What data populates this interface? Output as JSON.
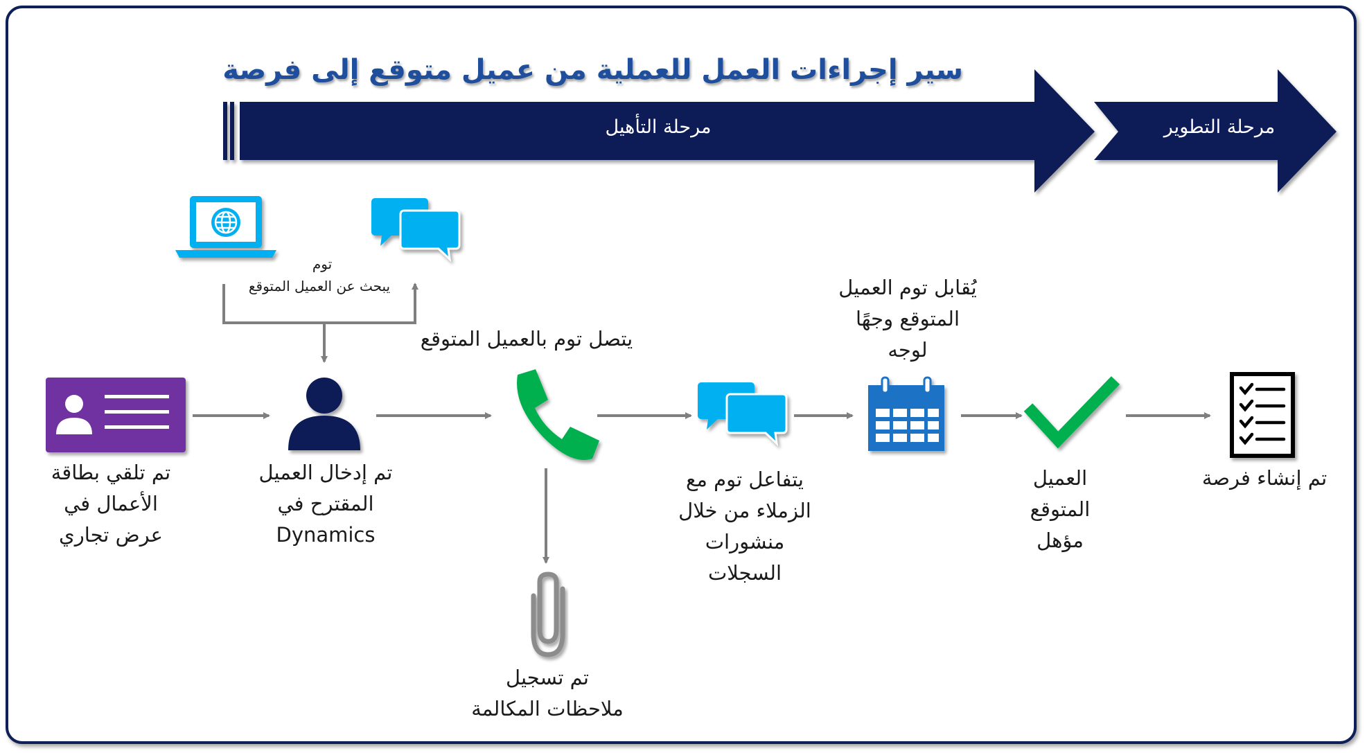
{
  "title": "سير إجراءات العمل للعملية من عميل متوقع إلى فرصة",
  "stages": {
    "qualify": "مرحلة التأهيل",
    "develop": "مرحلة التطوير"
  },
  "steps": {
    "business_card": "تم تلقي بطاقة\nالأعمال في\nعرض تجاري",
    "lead_entered": "تم إدخال العميل\nالمقترح في",
    "lead_entered_product": "Dynamics",
    "research_name": "توم",
    "research_text": "يبحث عن العميل المتوقع",
    "call": "يتصل توم بالعميل المتوقع",
    "call_notes": "تم تسجيل\nملاحظات المكالمة",
    "colleagues": "يتفاعل توم مع\nالزملاء من خلال\nمنشورات\nالسجلات",
    "meeting": "يُقابل توم العميل\nالمتوقع وجهًا\nلوجه",
    "qualified": "العميل\nالمتوقع\nمؤهل",
    "opportunity": "تم إنشاء فرصة"
  },
  "colors": {
    "navy": "#0f1f57",
    "purple": "#7030a0",
    "sky": "#00b0f0",
    "azure": "#1e73c6",
    "green": "#00b050",
    "arrow_gray": "#7f7f7f",
    "title_blue": "#1f4e9c"
  },
  "icons": [
    "contact-card-icon",
    "person-icon",
    "laptop-globe-icon",
    "chat-bubbles-icon",
    "phone-icon",
    "paperclip-icon",
    "calendar-icon",
    "checkmark-icon",
    "checklist-icon"
  ]
}
